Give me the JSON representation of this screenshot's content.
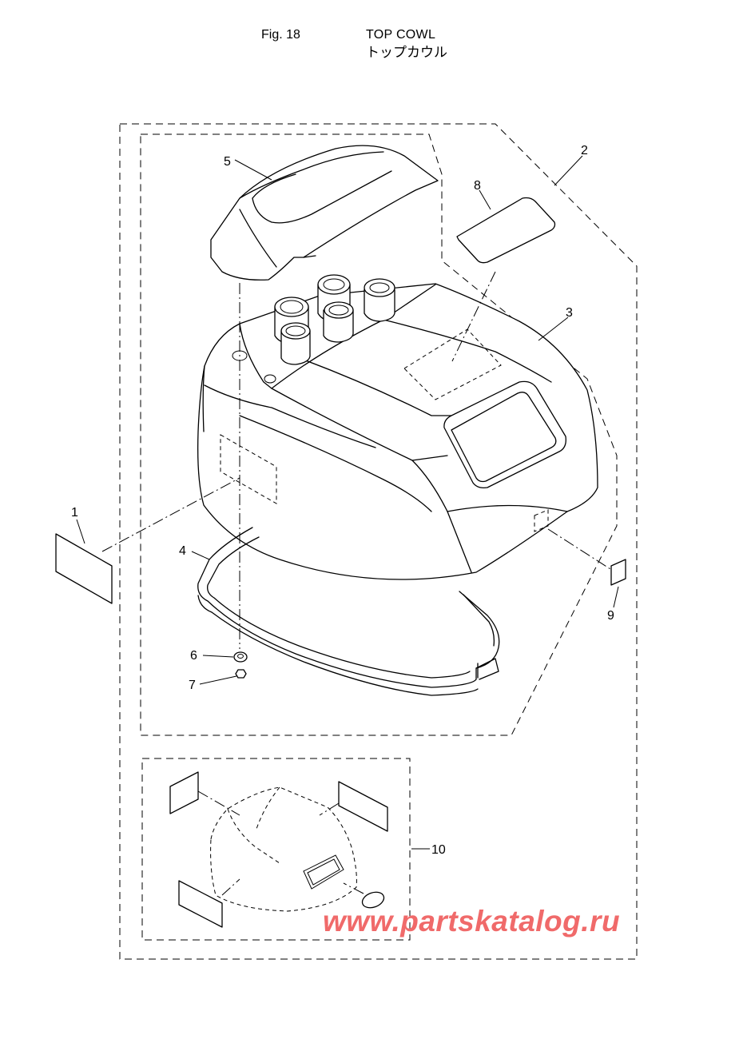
{
  "header": {
    "figure": "Fig. 18",
    "title_en": "TOP COWL",
    "title_jp": "トップカウル"
  },
  "callouts": [
    "1",
    "2",
    "3",
    "4",
    "5",
    "6",
    "7",
    "8",
    "9",
    "10"
  ],
  "watermark": "www.partskatalog.ru",
  "colors": {
    "line": "#000000",
    "watermark": "#f06a6a",
    "background": "#ffffff"
  }
}
